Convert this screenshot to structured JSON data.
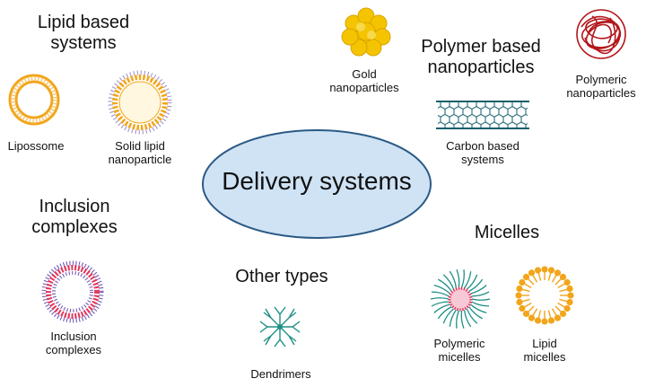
{
  "center": {
    "label": "Delivery systems",
    "fill": "#cfe3f5",
    "stroke": "#2c5a86"
  },
  "headings": {
    "lipid": [
      "Lipid based",
      "systems"
    ],
    "polymer": [
      "Polymer based",
      "nanoparticles"
    ],
    "inclusion": [
      "Inclusion",
      "complexes"
    ],
    "other": "Other types",
    "micelles": "Micelles"
  },
  "items": {
    "liposome": {
      "label": [
        "Lipossome"
      ],
      "icon": "liposome-icon"
    },
    "sln": {
      "label": [
        "Solid lipid",
        "nanoparticle"
      ],
      "icon": "solid-lipid-nanoparticle-icon"
    },
    "gold": {
      "label": [
        "Gold",
        "nanoparticles"
      ],
      "icon": "gold-nanoparticle-icon"
    },
    "polymeric_np": {
      "label": [
        "Polymeric",
        "nanoparticles"
      ],
      "icon": "polymeric-nanoparticle-icon"
    },
    "carbon": {
      "label": [
        "Carbon based",
        "systems"
      ],
      "icon": "carbon-nanotube-icon"
    },
    "inclusion": {
      "label": [
        "Inclusion",
        "complexes"
      ],
      "icon": "inclusion-complex-icon"
    },
    "dendrimers": {
      "label": [
        "Dendrimers"
      ],
      "icon": "dendrimer-icon"
    },
    "polymeric_micelles": {
      "label": [
        "Polymeric",
        "micelles"
      ],
      "icon": "polymeric-micelle-icon"
    },
    "lipid_micelles": {
      "label": [
        "Lipid",
        "micelles"
      ],
      "icon": "lipid-micelle-icon"
    }
  },
  "colors": {
    "orange": "#f2a51a",
    "gold": "#f5c400",
    "dark_red": "#b3161b",
    "teal": "#1e8f86",
    "pink": "#e0345a",
    "purple": "#6a4fb0"
  }
}
